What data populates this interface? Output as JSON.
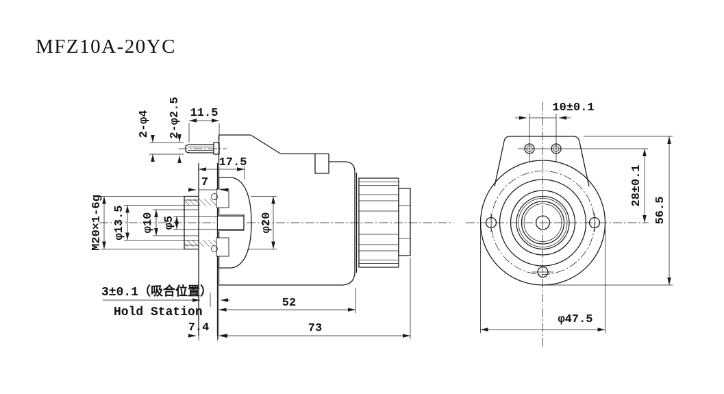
{
  "title": "MFZ10A-20YC",
  "colors": {
    "line": "#1a1a1a",
    "background": "#ffffff",
    "text": "#111111"
  },
  "side_view": {
    "name": "side section view",
    "dims": {
      "pin_holes_outer": "2-φ4",
      "pin_holes_inner": "2-φ2.5",
      "pin_length": "11.5",
      "nose_length": "17.5",
      "pole_width": "7",
      "thread": "M20×1-6g",
      "bore_dia": "φ13.5",
      "guide_dia": "φ10",
      "push_pin_dia": "φ5",
      "armature_dia": "φ20",
      "stroke_note_cn": "3±0.1（吸合位置）",
      "stroke_note_en": "Hold Station",
      "flange_thickness": "7.4",
      "body_length": "52",
      "total_length": "73"
    }
  },
  "front_view": {
    "name": "front view",
    "dims": {
      "hole_spacing": "10±0.1",
      "holes_to_center": "28±0.1",
      "total_height": "56.5",
      "body_dia": "φ47.5"
    }
  }
}
